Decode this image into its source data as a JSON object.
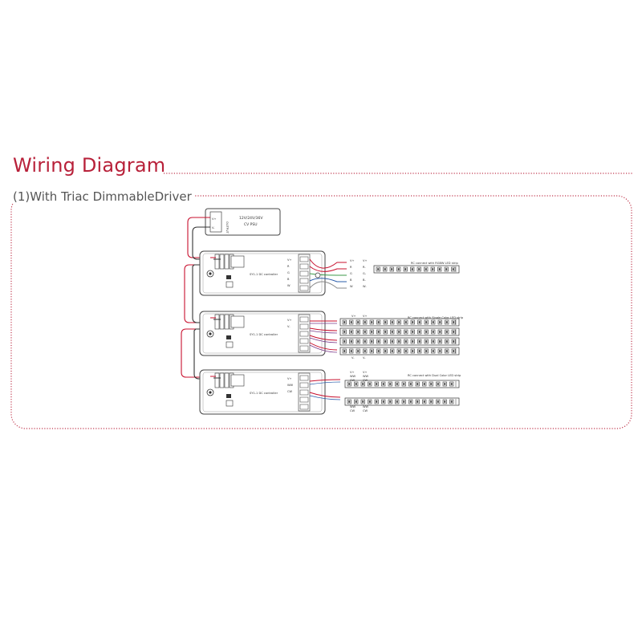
{
  "header": {
    "title": "Wiring Diagram",
    "subtitle": "(1)With Triac DimmableDriver"
  },
  "colors": {
    "accent": "#b8213a",
    "wire_red": "#c8102e",
    "wire_purple": "#7a3a8a",
    "wire_blue": "#2a5caa",
    "wire_green": "#3c9a4a",
    "wire_gray": "#888888",
    "border_dots": "#c0394f"
  },
  "psu": {
    "line1": "12V/24V/36V",
    "line2": "CV PSU",
    "output_label": "OUTPUT",
    "v_plus": "V+",
    "v_minus": "V-"
  },
  "controllers": [
    {
      "label": "SY1-1 DC controller",
      "strip_label": "RC connect with RGBW LED strip",
      "pins": [
        "V+",
        "R",
        "G",
        "B",
        "W"
      ],
      "pins_right": [
        "V+",
        "R-",
        "G-",
        "B-",
        "W-"
      ]
    },
    {
      "label": "SY1-1 DC controller",
      "strip_label": "RC connect with Single Color LED strip",
      "pins": [
        "V+",
        "V-"
      ],
      "pins_right": [
        "V+",
        "V-"
      ]
    },
    {
      "label": "SY1-1 DC controller",
      "strip_label": "RC connect with Dual Color LED strip",
      "pins": [
        "V+",
        "WW",
        "CW"
      ],
      "pins_right": [
        "V+",
        "WW",
        "CW"
      ]
    }
  ]
}
